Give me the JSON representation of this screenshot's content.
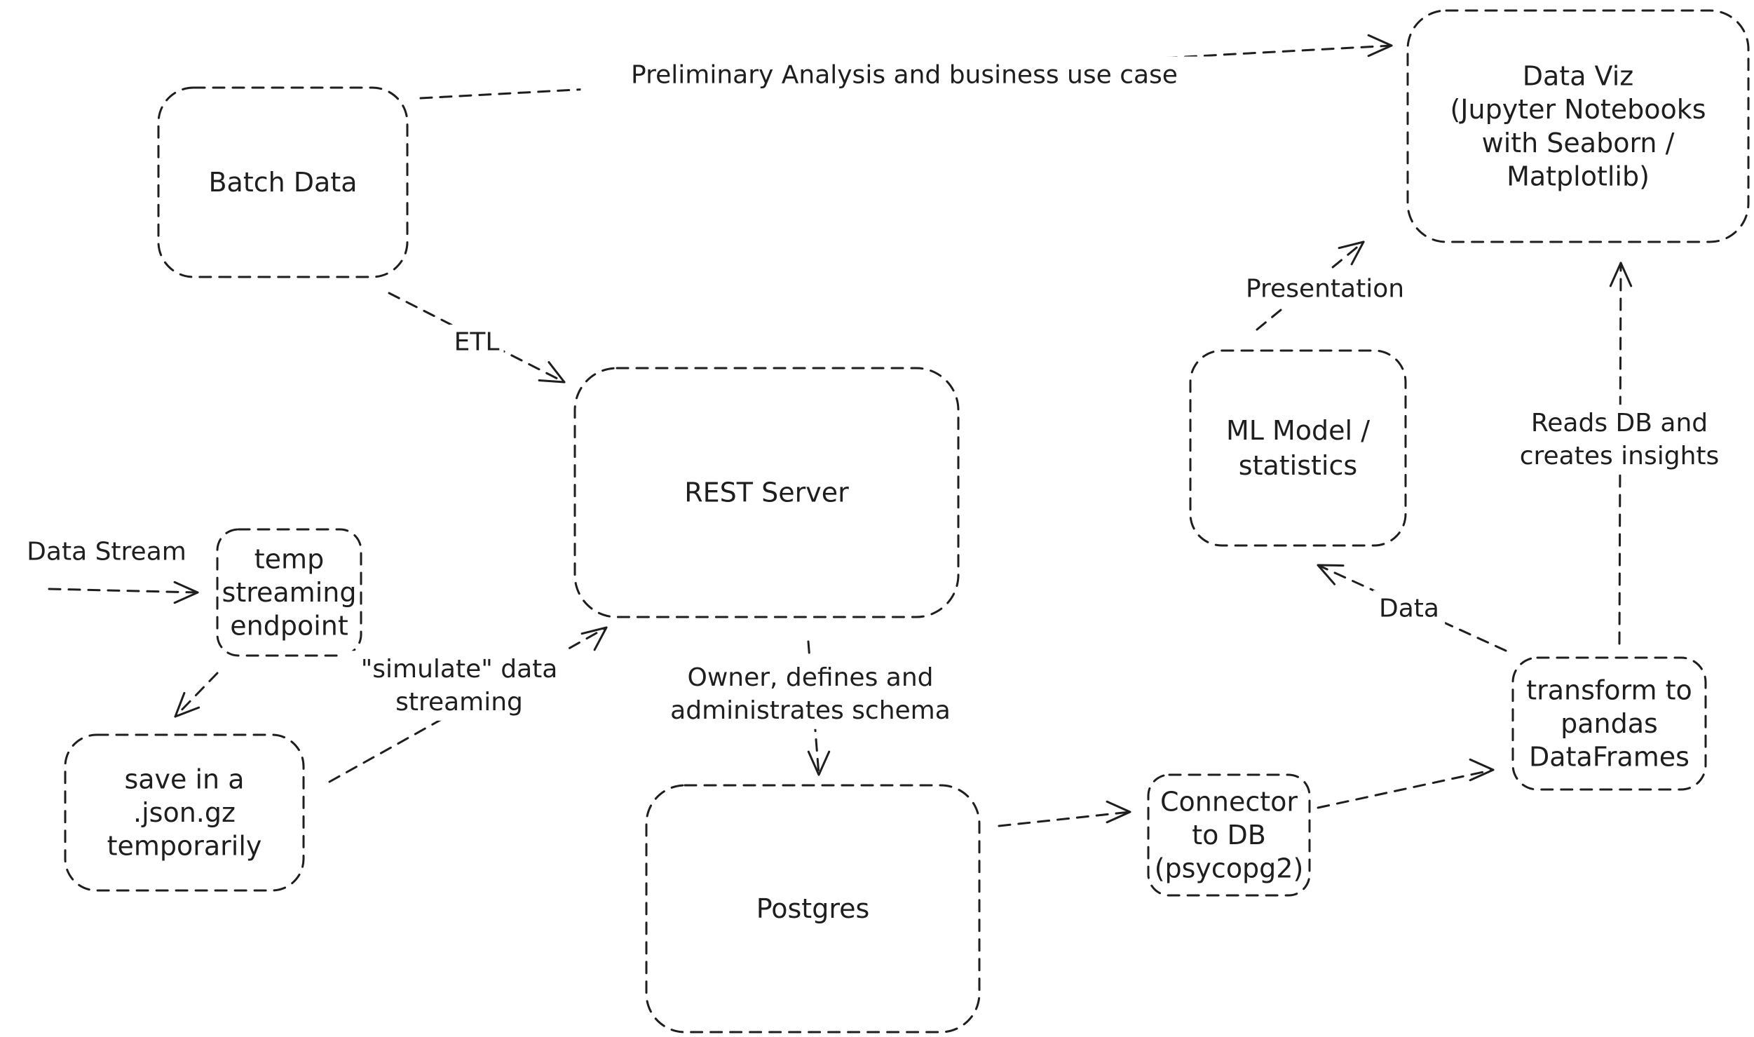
{
  "nodes": [
    {
      "id": "batch_data",
      "lines": [
        "Batch Data"
      ]
    },
    {
      "id": "rest_server",
      "lines": [
        "REST Server"
      ]
    },
    {
      "id": "temp_endpoint",
      "lines": [
        "temp",
        "streaming",
        "endpoint"
      ]
    },
    {
      "id": "save_json",
      "lines": [
        "save in a",
        ".json.gz",
        "temporarily"
      ]
    },
    {
      "id": "postgres",
      "lines": [
        "Postgres"
      ]
    },
    {
      "id": "connector",
      "lines": [
        "Connector",
        "to DB",
        "(psycopg2)"
      ]
    },
    {
      "id": "transform",
      "lines": [
        "transform to",
        "pandas",
        "DataFrames"
      ]
    },
    {
      "id": "ml_model",
      "lines": [
        "ML Model /",
        "statistics"
      ]
    },
    {
      "id": "data_viz",
      "lines": [
        "Data Viz",
        "(Jupyter Notebooks",
        "with Seaborn /",
        "Matplotlib)"
      ]
    }
  ],
  "edges": [
    {
      "id": "batch_to_viz",
      "label": [
        "Preliminary Analysis and business use case"
      ]
    },
    {
      "id": "batch_to_rest",
      "label": [
        "ETL"
      ]
    },
    {
      "id": "stream_in",
      "label": [
        "Data Stream"
      ]
    },
    {
      "id": "endpoint_to_save",
      "label": []
    },
    {
      "id": "save_to_rest",
      "label": [
        "\"simulate\" data",
        "streaming"
      ]
    },
    {
      "id": "rest_to_postgres",
      "label": [
        "Owner, defines and",
        "administrates schema"
      ]
    },
    {
      "id": "postgres_to_connector",
      "label": []
    },
    {
      "id": "connector_to_transform",
      "label": []
    },
    {
      "id": "transform_to_ml",
      "label": [
        "Data"
      ]
    },
    {
      "id": "transform_to_viz",
      "label": [
        "Reads DB and",
        "creates insights"
      ]
    },
    {
      "id": "ml_to_viz",
      "label": [
        "Presentation"
      ]
    }
  ]
}
